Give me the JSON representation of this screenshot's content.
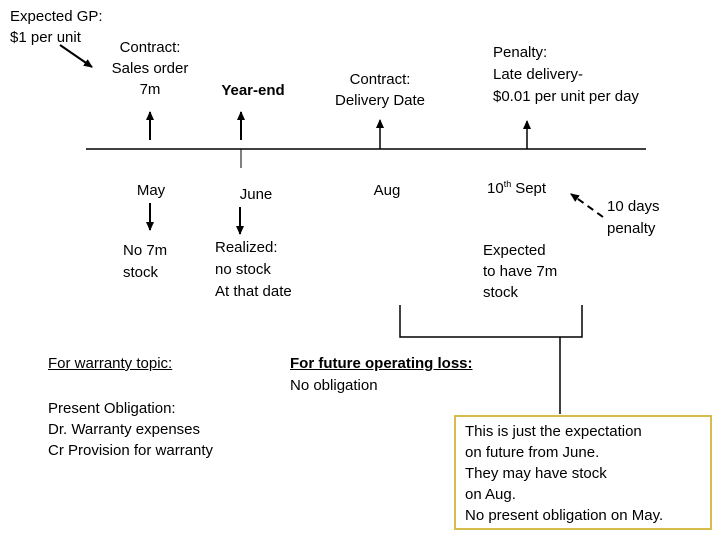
{
  "colors": {
    "background": "#ffffff",
    "text": "#000000",
    "line": "#000000",
    "callout_border": "#d6bc4a"
  },
  "top_annotations": {
    "expected_gp": {
      "line1": "Expected GP:",
      "line2": "$1 per unit"
    },
    "contract_sales": {
      "line1": "Contract:",
      "line2": "Sales order",
      "line3": "7m"
    },
    "year_end": "Year-end",
    "contract_delivery": {
      "line1": "Contract:",
      "line2": "Delivery Date"
    },
    "penalty": {
      "line1": "Penalty:",
      "line2": "Late delivery-",
      "line3": "$0.01 per unit per day"
    }
  },
  "timeline": {
    "may": "May",
    "june": "June",
    "aug": "Aug",
    "sept": {
      "day": "10",
      "ordinal": "th",
      "month": "Sept"
    }
  },
  "below_notes": {
    "may_note": {
      "line1": "No 7m",
      "line2": "stock"
    },
    "june_note": {
      "line1": "Realized:",
      "line2": "no stock",
      "line3": "At that date"
    },
    "sept_note": {
      "line1": "Expected",
      "line2": "to have 7m",
      "line3": "stock"
    },
    "penalty_note": {
      "line1": "10 days",
      "line2": "penalty"
    }
  },
  "bottom_left": {
    "warranty_heading": "For warranty topic:",
    "present_obligation": "Present Obligation:",
    "dr_line": "Dr. Warranty expenses",
    "cr_line": "Cr Provision for warranty"
  },
  "bottom_mid": {
    "future_loss_heading": "For future operating loss:",
    "no_obligation": "No obligation"
  },
  "callout": {
    "line1": "This is just the expectation",
    "line2": "on future from June.",
    "line3": "They may have stock",
    "line4": "on Aug.",
    "line5": "No present obligation on May."
  }
}
